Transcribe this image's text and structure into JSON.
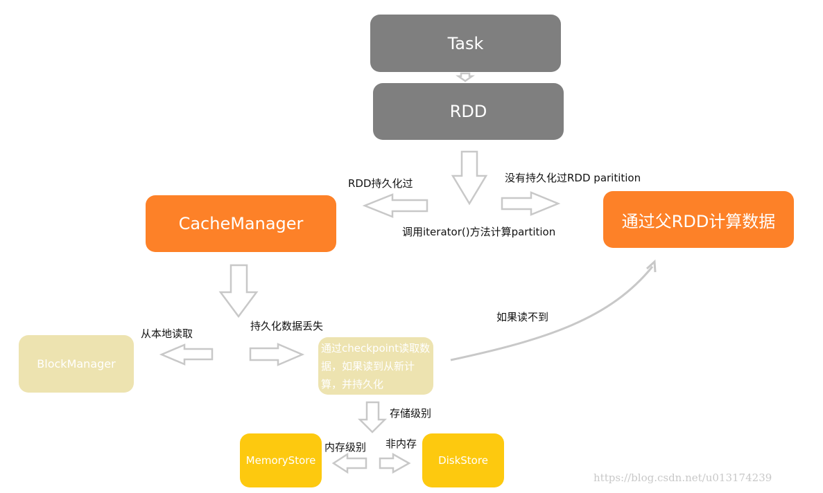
{
  "nodes": {
    "task": "Task",
    "rdd": "RDD",
    "cache_manager": "CacheManager",
    "parent_compute": "通过父RDD计算数据",
    "block_manager": "BlockManager",
    "checkpoint": "通过checkpoint读取数据，如果读到从新计算，并持久化",
    "memory_store": "MemoryStore",
    "disk_store": "DiskStore"
  },
  "edges": {
    "persisted": "RDD持久化过",
    "not_persisted": "没有持久化过RDD paritition",
    "iterator_call": "调用iterator()方法计算partition",
    "read_local": "从本地读取",
    "persist_lost": "持久化数据丢失",
    "if_not_read": "如果读不到",
    "storage_level": "存储级别",
    "memory_level": "内存级别",
    "non_memory": "非内存"
  },
  "colors": {
    "gray": "#7f7f7f",
    "orange": "#fd8128",
    "beige": "#ede3b0",
    "yellow": "#fdc90f",
    "arrow_stroke": "#c8c8c8"
  },
  "watermark": "https://blog.csdn.net/u013174239"
}
